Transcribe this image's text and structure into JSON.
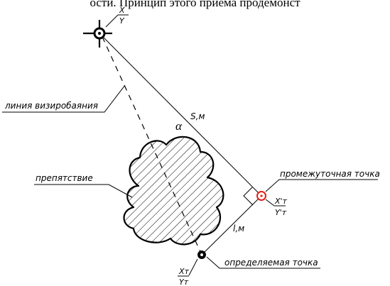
{
  "header_text": "ости. Принцип этого приема продемонст",
  "labels": {
    "station_x": "X",
    "station_y": "Y",
    "sight_line": "линия визиробаяния",
    "obstacle": "препятствие",
    "distance_s": "S,м",
    "angle_alpha": "α",
    "intermediate_point": "промежуточная точка",
    "intermediate_x": "X'т",
    "intermediate_y": "Y'т",
    "distance_l": "l,м",
    "determined_point": "определяемая точка",
    "determined_x": "Xт",
    "determined_y": "Yт"
  },
  "colors": {
    "ink": "#000000",
    "intermediate_marker": "#e0201a"
  },
  "icons": {
    "station": "crosshair-station-icon",
    "intermediate": "red-circle-point-icon",
    "determined": "filled-circle-point-icon"
  }
}
